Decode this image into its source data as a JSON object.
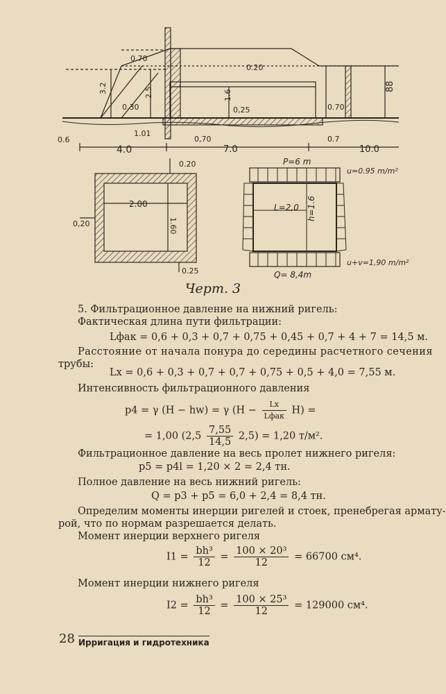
{
  "figure": {
    "caption": "Черт. 3",
    "top_labels": {
      "d070": "0.70",
      "d32": "3.2",
      "d25": "2.5",
      "d030": "0,30",
      "d101": "1.01",
      "d020": "0.20",
      "d16": "1.6",
      "d025": "0,25",
      "d070b": "0,70",
      "d070c": "0.70",
      "d06": "0.6",
      "d07": "0.7",
      "d40": "4.0",
      "d70": "7.0",
      "d100": "10.0",
      "d88": "88"
    },
    "section_labels": {
      "s020top": "0.20",
      "s200": "2.00",
      "s160": "1.60",
      "s020side": "0,20",
      "s025": "0.25"
    },
    "frame_labels": {
      "p": "P=6 m",
      "u": "u=0.95 m/m²",
      "l": "L=2,0",
      "h": "h=1.6",
      "uv": "u+v=1,90 m/m²",
      "q": "Q= 8,4m"
    }
  },
  "body": {
    "l1": "5. Фильтрационное давление на нижний ригель:",
    "l2": "Фактическая длина пути фильтрации:",
    "f1": "Lфак = 0,6 + 0,3 + 0,7 + 0,75 + 0,45 + 0,7 + 4 + 7 = 14,5 м.",
    "l3": "Расстояние от начала понура до середины расчетного сечения",
    "l4": "трубы:",
    "f2": "Lx = 0,6 + 0,3 + 0,7 + 0,7 + 0,75 + 0,5 + 4,0 = 7,55 м.",
    "l5": "Интенсивность фильтрационного давления",
    "f3a": "p4 = γ (H − hw) = γ (H −",
    "f3num": "Lx",
    "f3den": "Lфак",
    "f3b": "H) =",
    "f4a": "= 1,00 (2,5",
    "f4num": "7,55",
    "f4den": "14,5",
    "f4b": "2,5) = 1,20 т/м².",
    "l6": "Фильтрационное давление на весь пролет нижнего ригеля:",
    "f5": "p5 = p4l = 1,20 × 2 = 2,4 тн.",
    "l7": "Полное давление на весь нижний ригель:",
    "f6": "Q = p3 + p5 = 6,0 + 2,4 = 8,4 тн.",
    "l8": "Определим моменты инерции ригелей и стоек, пренебрегая армату-",
    "l9": "рой, что по нормам разрешается делать.",
    "l10": "Момент инерции верхнего ригеля",
    "f7a": "I1 =",
    "f7num1": "bh³",
    "f7den1": "12",
    "f7eq": "=",
    "f7num2": "100 × 20³",
    "f7den2": "12",
    "f7b": "= 66700 см⁴.",
    "l11": "Момент инерции нижнего ригеля",
    "f8a": "I2 =",
    "f8num1": "bh³",
    "f8den1": "12",
    "f8eq": "=",
    "f8num2": "100 × 25³",
    "f8den2": "12",
    "f8b": "= 129000 см⁴."
  },
  "footer": {
    "page_number": "28",
    "title": "Ирригация и гидротехника"
  }
}
